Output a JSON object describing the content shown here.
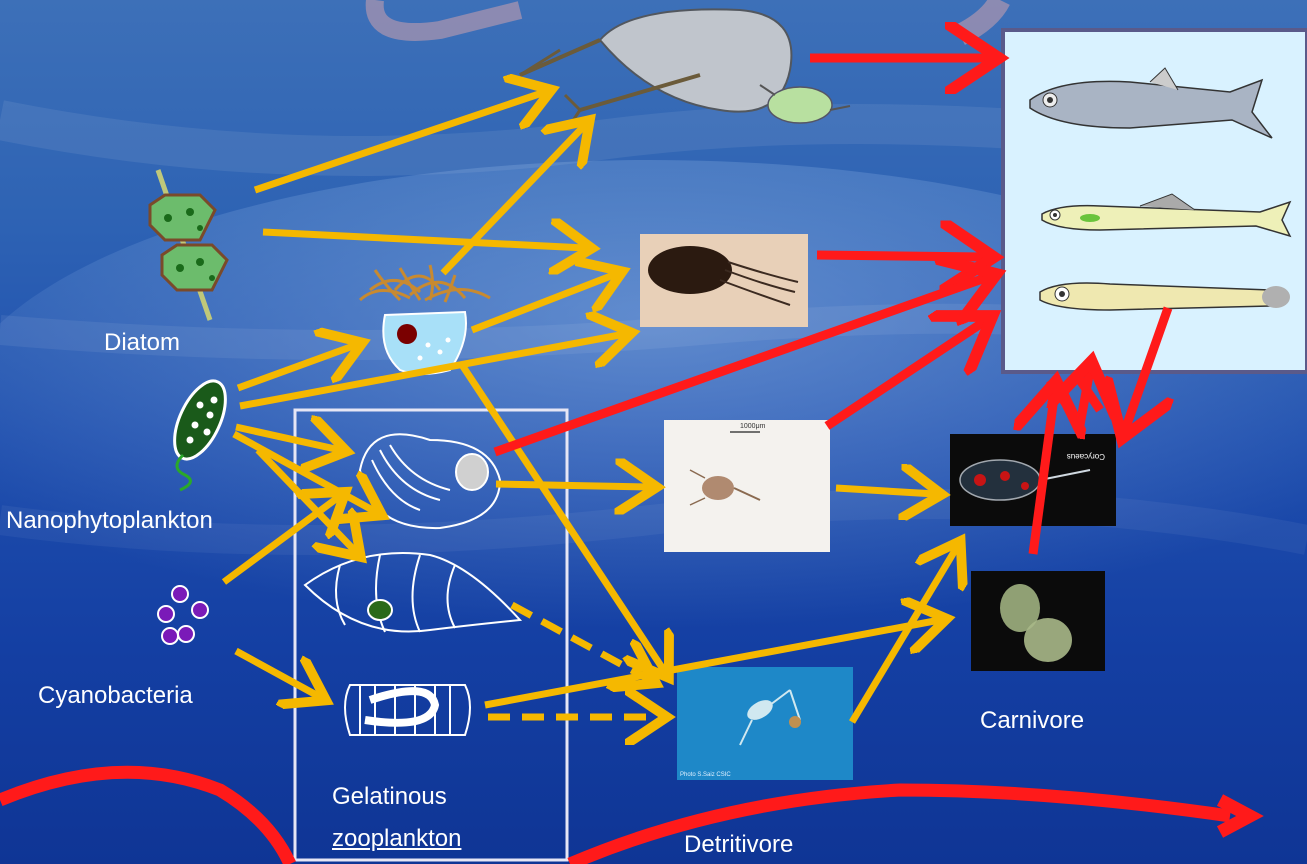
{
  "labels": {
    "diatom": "Diatom",
    "nanophytoplankton": "Nanophytoplankton",
    "cyanobacteria": "Cyanobacteria",
    "gelatinous_line1": "Gelatinous",
    "gelatinous_line2": "zooplankton",
    "detritivore": "Detritivore",
    "carnivore": "Carnivore"
  },
  "photo_captions": {
    "copepod_scale": "1000μm",
    "carnivore_caption": "Corycaeus",
    "detritivore_credit": "Photo S.Saiz CSIC"
  },
  "colors": {
    "flow_arrow": "#f5b800",
    "main_flow_arrow": "#ff1a1a",
    "fish_panel_bg": "#d9f2ff",
    "fish_panel_border": "#5a5a8a",
    "gelatinous_box": "#e6e6f5"
  }
}
